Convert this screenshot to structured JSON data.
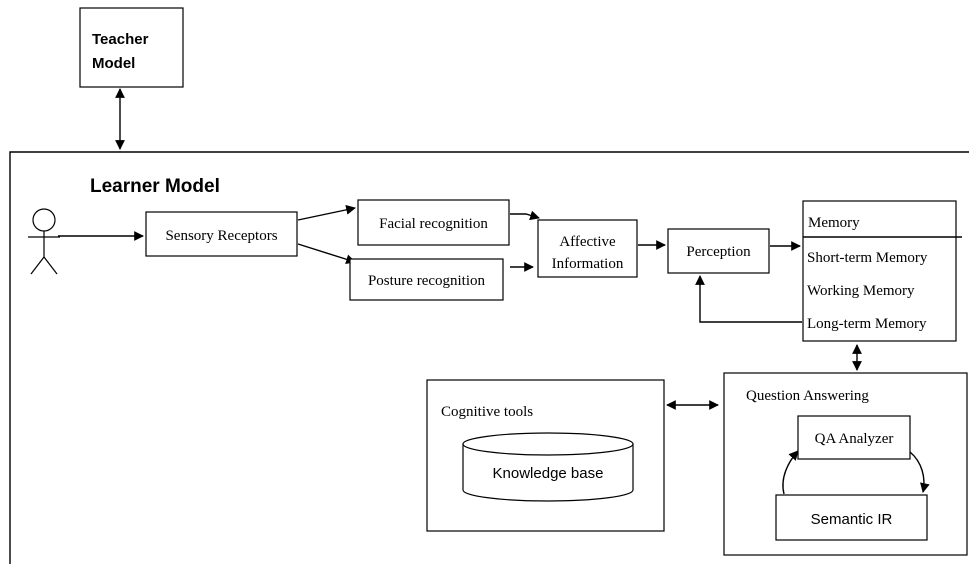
{
  "teacher_model": {
    "line1": "Teacher",
    "line2": "Model"
  },
  "learner_model": {
    "title": "Learner Model"
  },
  "sensory_receptors": "Sensory Receptors",
  "facial_recognition": "Facial recognition",
  "posture_recognition": "Posture recognition",
  "affective_information": {
    "line1": "Affective",
    "line2": "Information"
  },
  "perception": "Perception",
  "memory": {
    "title": "Memory",
    "items": [
      "Short-term Memory",
      "Working Memory",
      "Long-term Memory"
    ]
  },
  "cognitive_tools": {
    "title": "Cognitive tools",
    "knowledge_base": "Knowledge base"
  },
  "question_answering": {
    "title": "Question Answering",
    "qa_analyzer": "QA Analyzer",
    "semantic_ir": "Semantic IR"
  },
  "colors": {
    "stroke": "#000000",
    "background": "#ffffff"
  }
}
